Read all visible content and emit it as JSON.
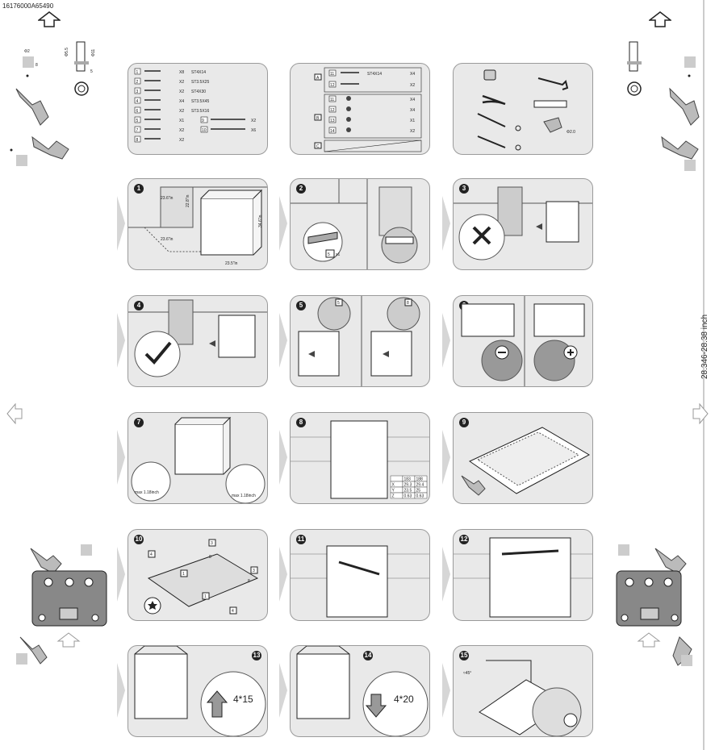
{
  "document_id": "16176000A65490",
  "side_label": "28.346-28.38 inch",
  "parts": [
    {
      "num": "1",
      "qty": "X8",
      "code": "ST4X14"
    },
    {
      "num": "2",
      "qty": "X2",
      "code": "ST3.5X25"
    },
    {
      "num": "3",
      "qty": "X2",
      "code": "ST4X30"
    },
    {
      "num": "4",
      "qty": "X4",
      "code": "ST3.5X45"
    },
    {
      "num": "6",
      "qty": "X2",
      "code": "ST3.5X16"
    },
    {
      "num": "5",
      "qty": "X1",
      "code": ""
    },
    {
      "num": "7",
      "qty": "X2",
      "code": ""
    },
    {
      "num": "8",
      "qty": "X2",
      "code": ""
    }
  ],
  "parts_extra": [
    {
      "num": "9",
      "qty": "X2"
    },
    {
      "num": "10",
      "qty": "X6"
    }
  ],
  "kits": {
    "a_label": "A",
    "b_label": "B",
    "c_label": "C",
    "a_rows": [
      {
        "num": "11",
        "code": "ST4X14",
        "qty": "X4"
      },
      {
        "num": "12",
        "code": "",
        "qty": "X2"
      }
    ],
    "b_rows": [
      {
        "num": "11",
        "qty": "X4"
      },
      {
        "num": "12",
        "qty": "X4"
      },
      {
        "num": "13",
        "qty": "X1"
      },
      {
        "num": "14",
        "qty": "X2"
      }
    ]
  },
  "tools": {
    "drill_bit": "Φ2.0"
  },
  "side_specs": {
    "pin_d1": "Φ5.5",
    "pin_d2": "Φ11",
    "pin_len": "5",
    "bit": "Φ2",
    "depth": "8"
  },
  "steps": {
    "s1": {
      "num": "1",
      "dim_a": "23.6\"in",
      "dim_b": "22.8\"in",
      "dim_c": "23.6\"in",
      "dim_d": "34.6\"in",
      "dim_e": "23.5\"in"
    },
    "s2": {
      "num": "2",
      "qty": "5",
      "qty_suffix": "x1"
    },
    "s3": {
      "num": "3"
    },
    "s4": {
      "num": "4"
    },
    "s5": {
      "num": "5",
      "tag_a": "5",
      "tag_b": "8"
    },
    "s6": {
      "num": "6"
    },
    "s7": {
      "num": "7",
      "max_a": "max 1.18inch",
      "max_b": "max 1.18inch"
    },
    "s8": {
      "num": "8",
      "table_head": [
        "",
        "183",
        "188"
      ],
      "table_rows": [
        [
          "X",
          "29.3",
          "29.4"
        ],
        [
          "Y",
          "23.5",
          "25"
        ],
        [
          "Z",
          "0.63",
          "0.63"
        ]
      ]
    },
    "s9": {
      "num": "9"
    },
    "s10": {
      "num": "10",
      "tag1": "1",
      "tag3a": "3",
      "tag3b": "3",
      "tag4a": "4",
      "tag4b": "4",
      "tag8a": "8",
      "tag8b": "8",
      "tag1b": "1"
    },
    "s11": {
      "num": "11"
    },
    "s12": {
      "num": "12"
    },
    "s13": {
      "num": "13",
      "screw": "4*15"
    },
    "s14": {
      "num": "14",
      "screw": "4*20"
    },
    "s15": {
      "num": "15",
      "angle": "≈45°"
    }
  },
  "colors": {
    "panel": "#e9e9e9",
    "border": "#9a9a9a",
    "chevron": "#d6d6d6",
    "ink": "#222222",
    "circle": "#cfcfcf"
  }
}
